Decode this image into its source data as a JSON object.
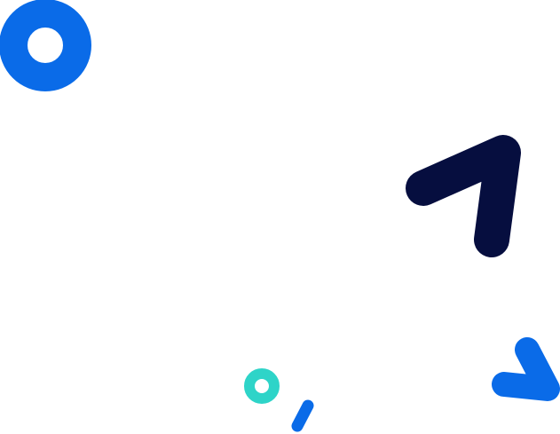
{
  "colors": {
    "background": "#ffffff",
    "brand_blue": "#0a6be8",
    "navy": "#060e3f",
    "teal": "#2ed4c8"
  },
  "shapes": [
    {
      "name": "blue-ring-shape",
      "kind": "ring",
      "color": "blue"
    },
    {
      "name": "navy-chevron-shape",
      "kind": "chevron",
      "color": "navy"
    },
    {
      "name": "teal-ring-shape",
      "kind": "ring",
      "color": "teal"
    },
    {
      "name": "blue-dash-shape",
      "kind": "dash",
      "color": "blue"
    },
    {
      "name": "blue-chevron-shape",
      "kind": "chevron",
      "color": "blue"
    }
  ]
}
